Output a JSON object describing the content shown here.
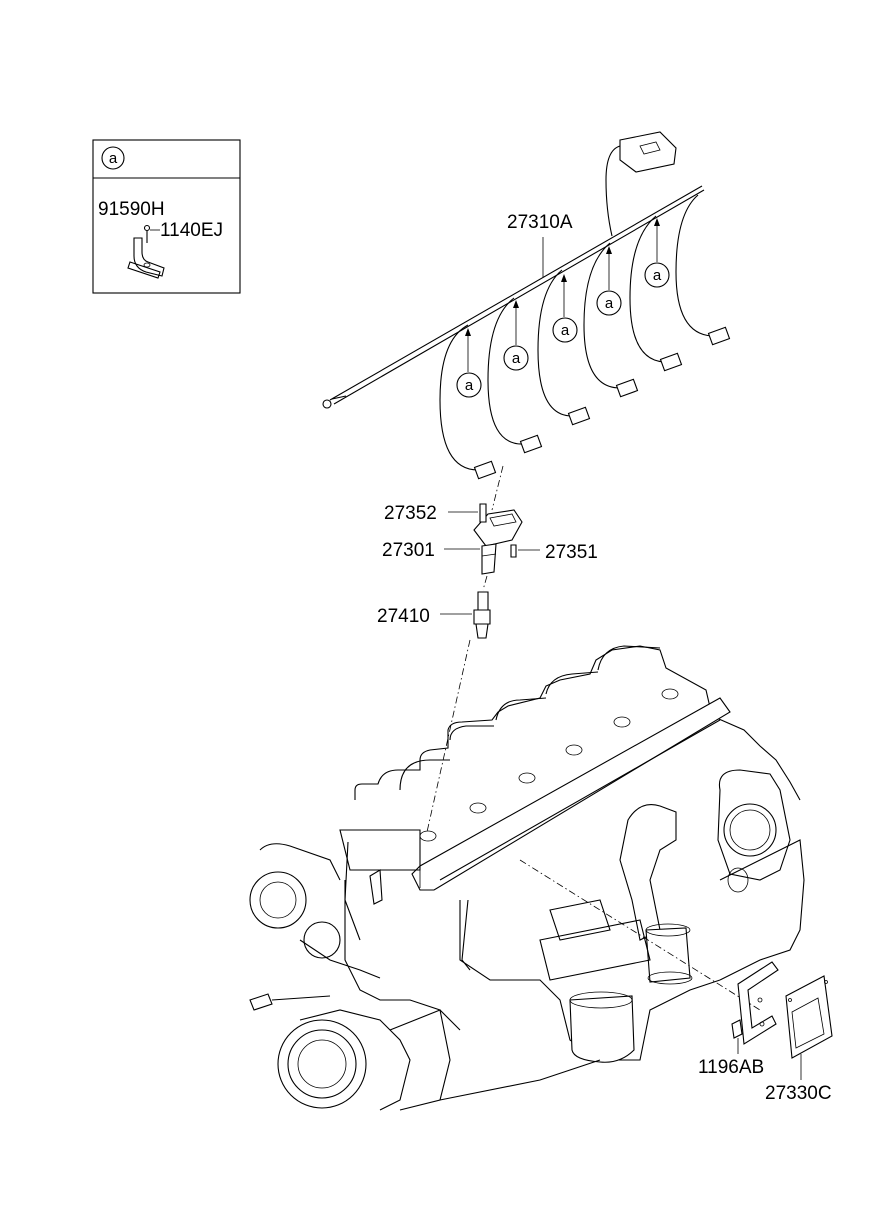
{
  "inset": {
    "callout": "a",
    "labels": [
      "91590H",
      "1140EJ"
    ]
  },
  "callout_letter": "a",
  "parts": {
    "harness": "27310A",
    "bolt": "27352",
    "coil": "27301",
    "pin": "27351",
    "spark_plug": "27410",
    "bracket_bolt": "1196AB",
    "module": "27330C"
  }
}
